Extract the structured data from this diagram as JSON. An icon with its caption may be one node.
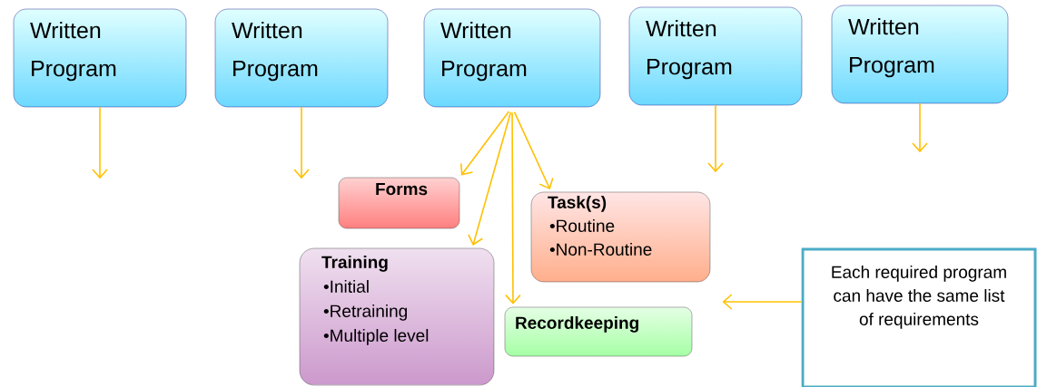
{
  "diagram": {
    "nodes": [
      {
        "text": [
          "Written Program"
        ]
      },
      {
        "text": [
          "Written Program"
        ]
      },
      {
        "text": [
          "Written Program"
        ]
      },
      {
        "text": [
          "Written Program"
        ]
      },
      {
        "text": [
          "Written Program"
        ]
      },
      {
        "text": [
          "Forms"
        ]
      },
      {
        "text": [
          "Task(s)",
          "•Routine",
          "•Non-Routine"
        ]
      },
      {
        "text": [
          "Training",
          "•Initial",
          "•Retraining",
          "•Multiple level"
        ]
      },
      {
        "text": [
          "Recordkeeping"
        ]
      },
      {
        "text": [
          "Each required program can have the same list of requirements"
        ]
      }
    ],
    "edges": [
      {
        "from": 0,
        "to": null,
        "arrow": "to"
      },
      {
        "from": 1,
        "to": null,
        "arrow": "to"
      },
      {
        "from": 2,
        "to": 5,
        "arrow": "to"
      },
      {
        "from": 2,
        "to": 7,
        "arrow": "to"
      },
      {
        "from": 2,
        "to": 8,
        "arrow": "to"
      },
      {
        "from": 2,
        "to": 6,
        "arrow": "to"
      },
      {
        "from": 3,
        "to": null,
        "arrow": "to"
      },
      {
        "from": 4,
        "to": null,
        "arrow": "to"
      },
      {
        "from": 9,
        "to": null,
        "arrow": "to"
      }
    ]
  }
}
